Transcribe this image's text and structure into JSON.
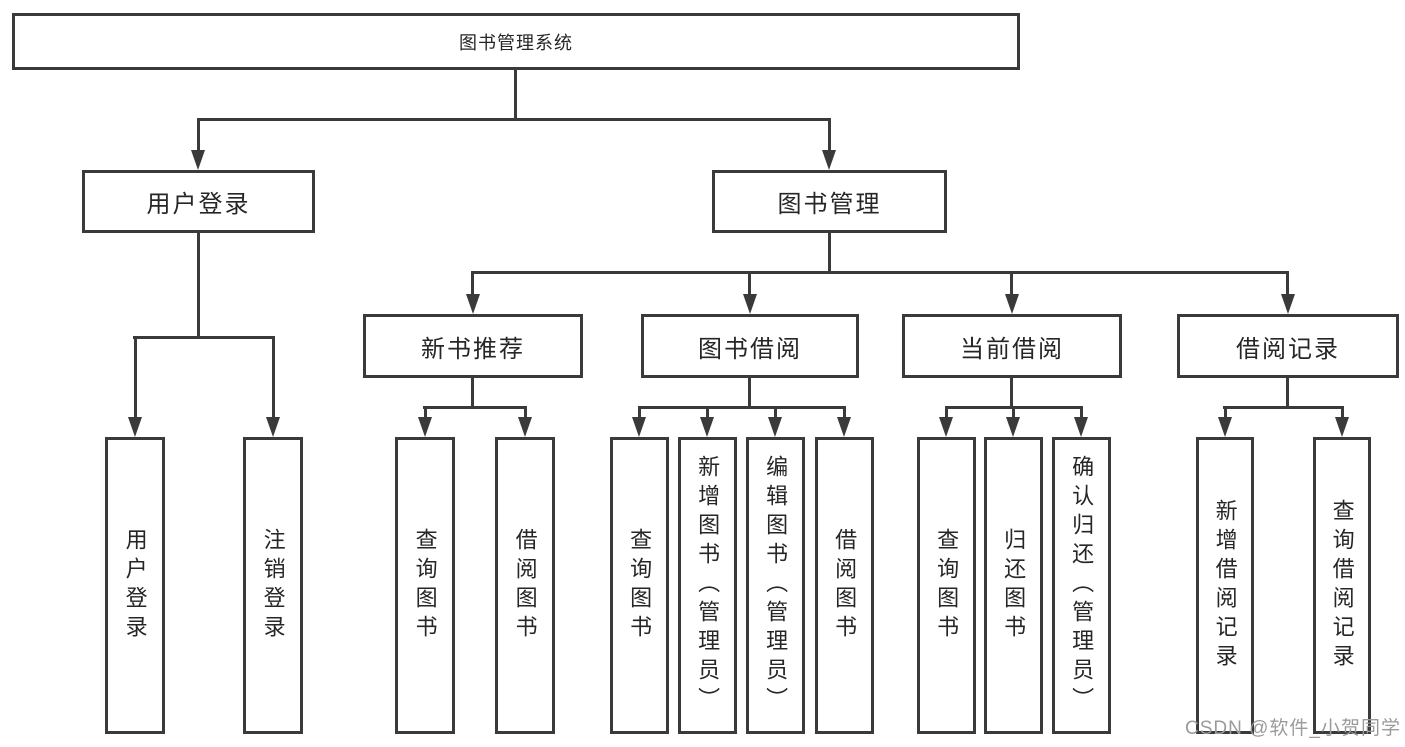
{
  "diagram": {
    "watermark": "CSDN @软件_小贺同学",
    "colors": {
      "line": "#3a3a3a",
      "text": "#262626",
      "watermark": "#9b9b9b",
      "background": "#ffffff"
    },
    "nodes": {
      "root": "图书管理系统",
      "user_login": "用户登录",
      "book_mgmt": "图书管理",
      "new_book_rec": "新书推荐",
      "book_borrow": "图书借阅",
      "current_borrow": "当前借阅",
      "borrow_records": "借阅记录",
      "login_user_login": "用户登录",
      "login_logout": "注销登录",
      "rec_query_book": "查询图书",
      "rec_borrow_book": "借阅图书",
      "bb_query_book": "查询图书",
      "bb_add_book": "新增图书（管理员）",
      "bb_edit_book": "编辑图书（管理员）",
      "bb_borrow_book": "借阅图书",
      "cb_query_book": "查询图书",
      "cb_return_book": "归还图书",
      "cb_confirm_return": "确认归还（管理员）",
      "br_add_record": "新增借阅记录",
      "br_query_record": "查询借阅记录"
    },
    "edges": [
      {
        "from": "root",
        "to": "user_login"
      },
      {
        "from": "root",
        "to": "book_mgmt"
      },
      {
        "from": "user_login",
        "to": "login_user_login"
      },
      {
        "from": "user_login",
        "to": "login_logout"
      },
      {
        "from": "book_mgmt",
        "to": "new_book_rec"
      },
      {
        "from": "book_mgmt",
        "to": "book_borrow"
      },
      {
        "from": "book_mgmt",
        "to": "current_borrow"
      },
      {
        "from": "book_mgmt",
        "to": "borrow_records"
      },
      {
        "from": "new_book_rec",
        "to": "rec_query_book"
      },
      {
        "from": "new_book_rec",
        "to": "rec_borrow_book"
      },
      {
        "from": "book_borrow",
        "to": "bb_query_book"
      },
      {
        "from": "book_borrow",
        "to": "bb_add_book"
      },
      {
        "from": "book_borrow",
        "to": "bb_edit_book"
      },
      {
        "from": "book_borrow",
        "to": "bb_borrow_book"
      },
      {
        "from": "current_borrow",
        "to": "cb_query_book"
      },
      {
        "from": "current_borrow",
        "to": "cb_return_book"
      },
      {
        "from": "current_borrow",
        "to": "cb_confirm_return"
      },
      {
        "from": "borrow_records",
        "to": "br_add_record"
      },
      {
        "from": "borrow_records",
        "to": "br_query_record"
      }
    ]
  }
}
